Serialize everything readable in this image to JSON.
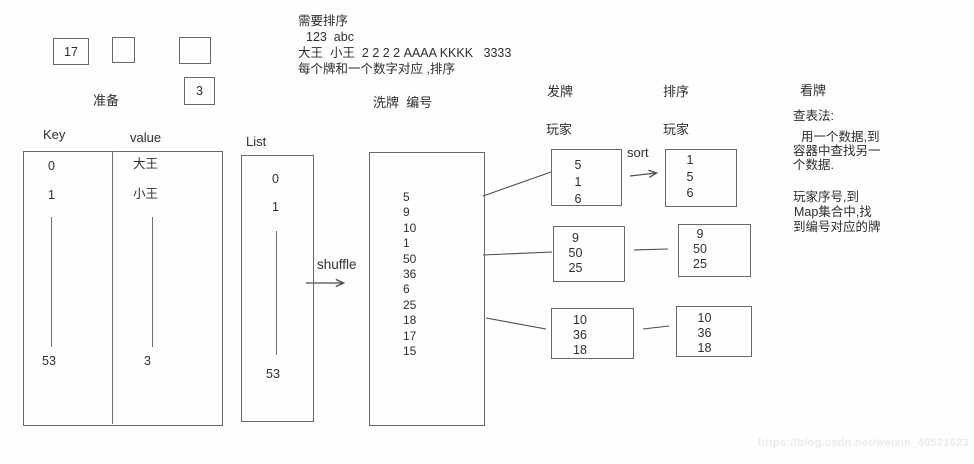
{
  "prep": {
    "label": "准备",
    "boxes": [
      "17",
      "",
      "",
      "3"
    ]
  },
  "notes": {
    "lines": [
      "需要排序",
      "123  abc",
      "大王  小王  2 2 2 2 AAAA KKKK   3333",
      "每个牌和一个数字对应 ,排序"
    ]
  },
  "map_table": {
    "key_header": "Key",
    "value_header": "value",
    "keys": [
      "0",
      "1",
      "53"
    ],
    "values": [
      "大王",
      "小王",
      "3"
    ]
  },
  "list": {
    "label": "List",
    "items": [
      "0",
      "1",
      "53"
    ]
  },
  "shuffle": {
    "arrow_label": "shuffle",
    "stage_label": "洗牌  编号",
    "numbers": [
      "5",
      "9",
      "10",
      "1",
      "50",
      "36",
      "6",
      "25",
      "18",
      "17",
      "15"
    ]
  },
  "deal": {
    "stage_label": "发牌",
    "player_label": "玩家",
    "hands": [
      [
        "5",
        "1",
        "6"
      ],
      [
        "9",
        "50",
        "25"
      ],
      [
        "10",
        "36",
        "18"
      ]
    ]
  },
  "sorted": {
    "stage_label": "排序",
    "player_label": "玩家",
    "arrow_label": "sort",
    "hands": [
      [
        "1",
        "5",
        "6"
      ],
      [
        "9",
        "50",
        "25"
      ],
      [
        "10",
        "36",
        "18"
      ]
    ]
  },
  "view": {
    "title": "看牌",
    "paragraph1": [
      "查表法:",
      "用一个数据,到",
      "容器中查找另一",
      "个数据."
    ],
    "paragraph2": [
      "玩家序号,到",
      "Map集合中,找",
      "到编号对应的牌"
    ]
  },
  "watermark": "https://blog.csdn.net/weixin_40521623"
}
